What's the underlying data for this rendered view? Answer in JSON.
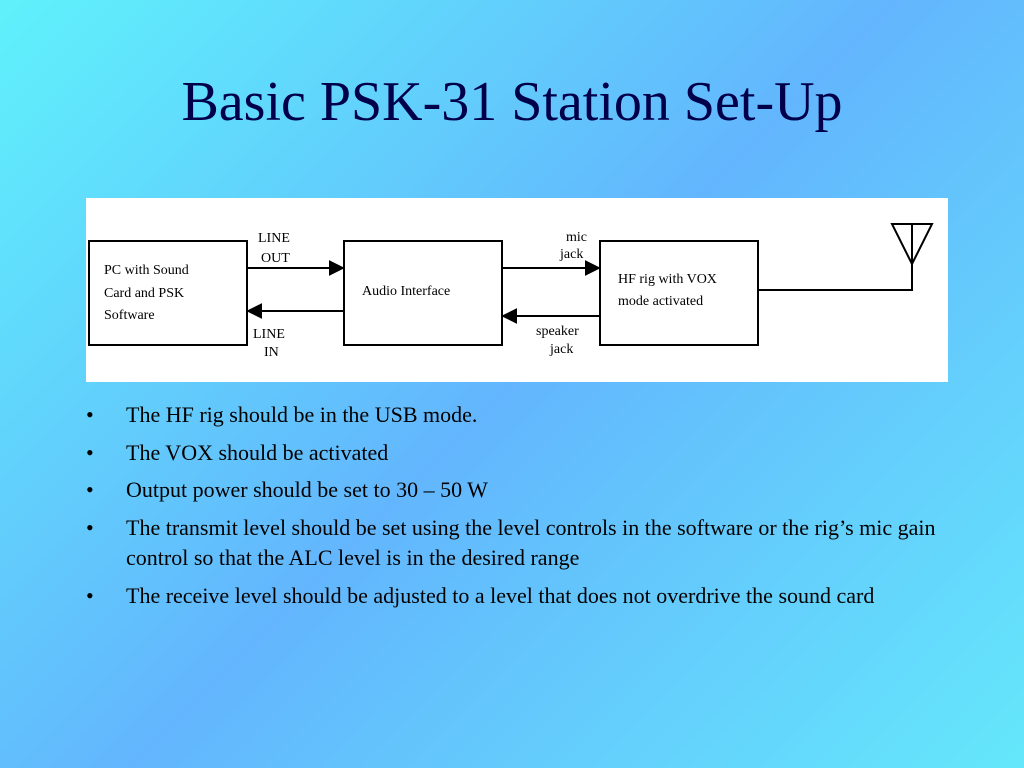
{
  "slide": {
    "title": "Basic PSK-31 Station Set-Up"
  },
  "diagram": {
    "pc_box": [
      "PC with Sound",
      "Card and PSK",
      "Software"
    ],
    "audio_box": "Audio Interface",
    "rig_box": [
      "HF rig with VOX",
      "mode activated"
    ],
    "line_out": [
      "LINE",
      "OUT"
    ],
    "line_in": [
      "LINE",
      "IN"
    ],
    "mic_jack": [
      "mic",
      "jack"
    ],
    "speaker_jack": [
      "speaker",
      "jack"
    ],
    "antenna_icon": "antenna-icon"
  },
  "bullets": [
    "The HF rig should be in the USB mode.",
    "The VOX should be activated",
    "Output power should be set to 30 – 50 W",
    "The transmit level should be set using the level controls in the software or the rig’s mic gain control so that the ALC level is in the desired range",
    "The receive level should be adjusted to a level that does not overdrive the sound card"
  ],
  "bullet_symbol": "•"
}
